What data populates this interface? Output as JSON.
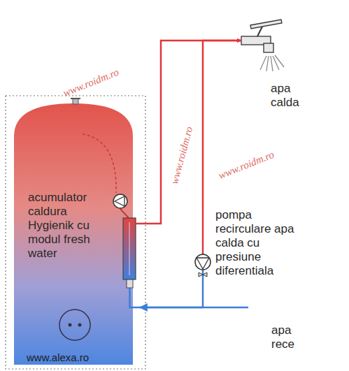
{
  "diagram": {
    "nodes": [
      {
        "text": [
          "acumulator caldura Hygienik cu modul fresh water"
        ]
      },
      {
        "text": [
          "apa calda"
        ]
      },
      {
        "text": [
          "pompa recirculare apa calda cu presiune diferentiala"
        ]
      },
      {
        "text": [
          "apa rece"
        ]
      }
    ],
    "edges": [
      {
        "from": 0,
        "to": 1,
        "arrow": "to"
      },
      {
        "from": 1,
        "to": 2,
        "arrow": "none"
      },
      {
        "from": 2,
        "to": 0,
        "arrow": "none"
      },
      {
        "from": 3,
        "to": 0,
        "arrow": "to"
      }
    ],
    "labels": [
      "www.roidm.ro",
      "www.roidm.ro",
      "www.roidm.ro",
      "www.alexa.ro"
    ]
  }
}
